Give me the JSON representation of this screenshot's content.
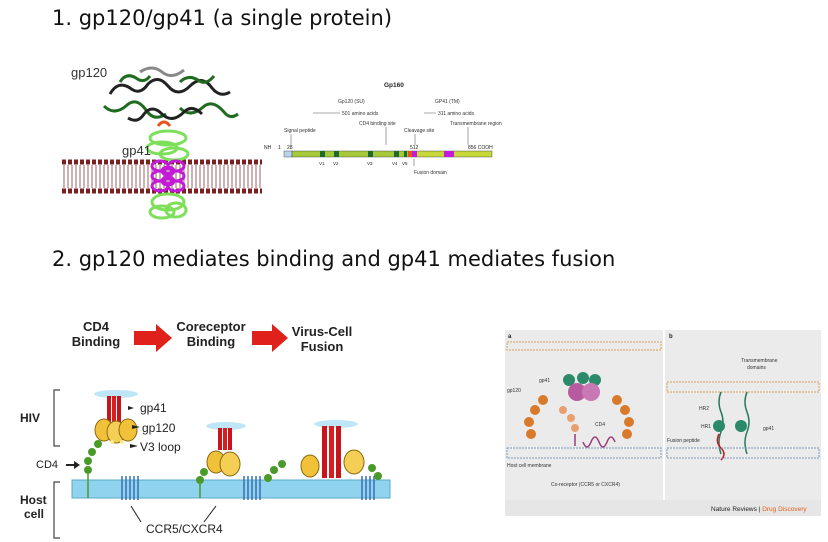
{
  "headings": {
    "h1": "1. gp120/gp41 (a single protein)",
    "h2": "2. gp120 mediates binding and gp41 mediates fusion"
  },
  "fig_trimer": {
    "gp120": "gp120",
    "gp41": "gp41"
  },
  "fig_gp160": {
    "title": "Gp160",
    "gp120_su": "Gp120 (SU)",
    "gp41_tm": "GP41 (TM)",
    "aa_501": "501 amino acids",
    "aa_311": "311 amino acids",
    "cd4_site": "CD4 binding site",
    "transmembrane": "Transmembrane region",
    "signal_peptide": "Signal peptide",
    "cleavage_site": "Cleavage site",
    "nh2": "NH",
    "n1": "1",
    "n28": "28",
    "n512": "512",
    "cooh": "856 COOH",
    "v1": "V1",
    "v2": "V2",
    "v3": "V3",
    "v4": "V4",
    "v5": "V5",
    "fusion": "Fusion domain"
  },
  "fig_binding": {
    "step1_line1": "CD4",
    "step1_line2": "Binding",
    "step2_line1": "Coreceptor",
    "step2_line2": "Binding",
    "step3_line1": "Virus-Cell",
    "step3_line2": "Fusion",
    "hiv": "HIV",
    "gp41": "gp41",
    "gp120": "gp120",
    "v3loop": "V3 loop",
    "cd4": "CD4",
    "host_line1": "Host",
    "host_line2": "cell",
    "coreceptor": "CCR5/CXCR4"
  },
  "fig_nature": {
    "panel_a": "a",
    "panel_b": "b",
    "gp41": "gp41",
    "gp120": "gp120",
    "cd4": "CD4",
    "host_membrane": "Host cell membrane",
    "coreceptor": "Co-receptor (CCR5 or CXCR4)",
    "tm_line1": "Transmembrane",
    "tm_line2": "domains",
    "hr2": "HR2",
    "hr1": "HR1",
    "gp41_b": "gp41",
    "fusion_peptide": "Fusion peptide",
    "credit_a": "Nature Reviews",
    "credit_sep": " | ",
    "credit_b": "Drug Discovery"
  }
}
